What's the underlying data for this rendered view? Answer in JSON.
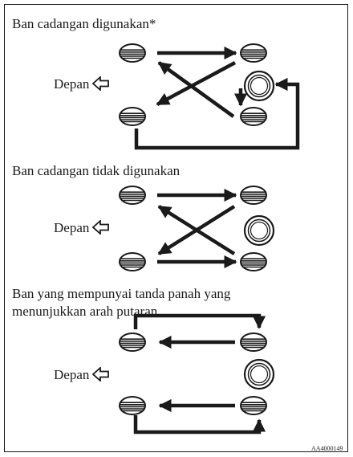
{
  "sections": [
    {
      "heading": "Ban cadangan digunakan*",
      "front_label": "Depan"
    },
    {
      "heading": "Ban cadangan tidak digunakan",
      "front_label": "Depan"
    },
    {
      "heading_line1": "Ban yang mempunyai tanda panah yang",
      "heading_line2": "menunjukkan arah putaran",
      "front_label": "Depan"
    }
  ],
  "figure_code": "AA4000149",
  "colors": {
    "ink": "#1a1a1a",
    "background": "#ffffff"
  },
  "icons": [
    "tire-icon",
    "spare-wheel-icon",
    "hollow-left-arrow-icon"
  ]
}
